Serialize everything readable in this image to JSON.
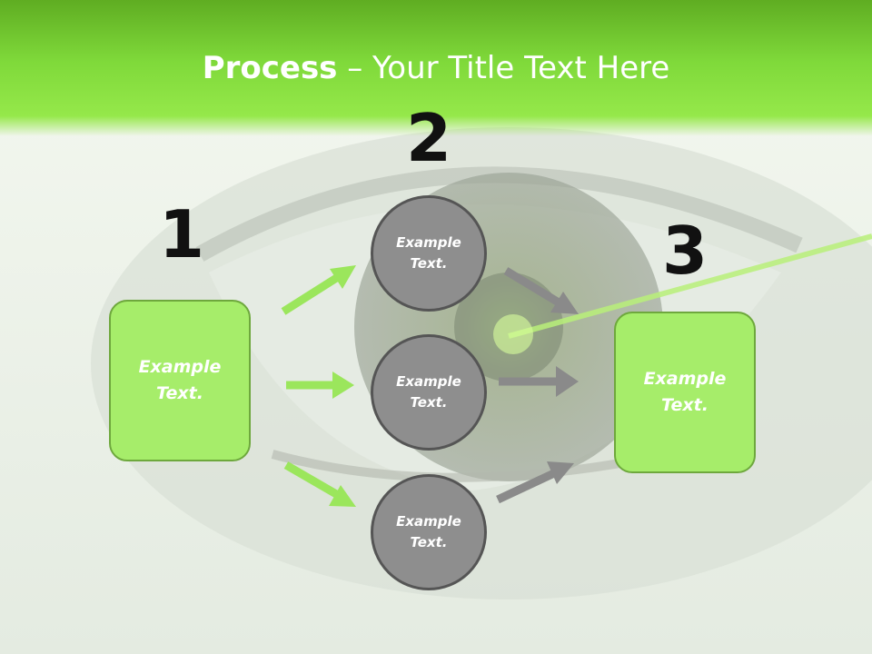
{
  "title": {
    "bold": "Process",
    "rest": " – Your Title Text Here"
  },
  "steps": {
    "one": {
      "number": "1",
      "text": "Example Text."
    },
    "two": {
      "number": "2",
      "items": [
        "Example Text.",
        "Example Text.",
        "Example Text."
      ]
    },
    "three": {
      "number": "3",
      "text": "Example Text."
    }
  },
  "colors": {
    "header": "#7fd93a",
    "box": "#a6ed6a",
    "circle": "#8e8e8e",
    "green_arrow": "#9be65c",
    "gray_arrow": "#8a8a8a"
  }
}
